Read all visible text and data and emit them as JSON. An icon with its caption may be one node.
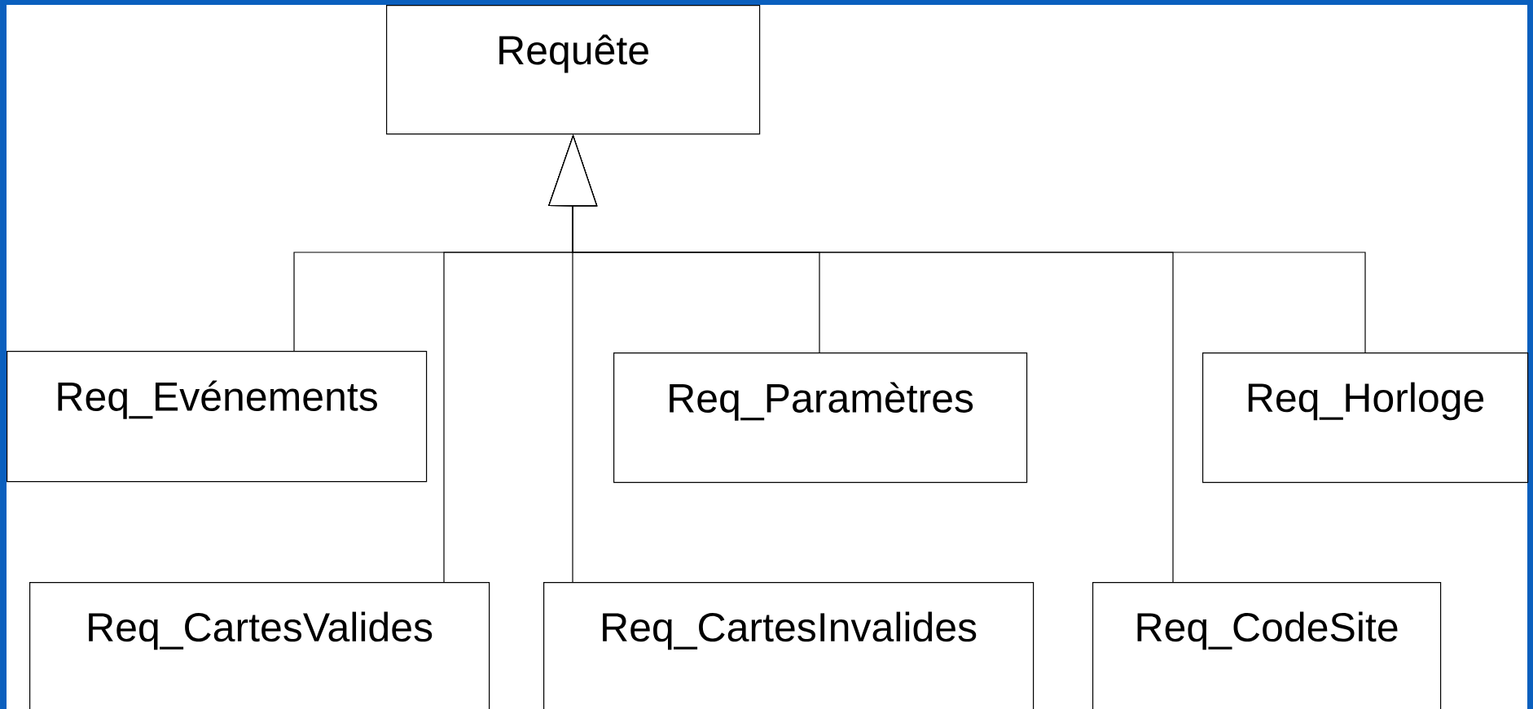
{
  "diagram": {
    "nodes": [
      {
        "text": [
          "Requête"
        ]
      },
      {
        "text": [
          "Req_Evénements"
        ]
      },
      {
        "text": [
          "Req_Paramètres"
        ]
      },
      {
        "text": [
          "Req_Horloge"
        ]
      },
      {
        "text": [
          "Req_CartesValides"
        ]
      },
      {
        "text": [
          "Req_CartesInvalides"
        ]
      },
      {
        "text": [
          "Req_CodeSite"
        ]
      }
    ],
    "edges": [
      {
        "from": 1,
        "to": 0,
        "arrow": "to"
      },
      {
        "from": 4,
        "to": 0,
        "arrow": "to"
      },
      {
        "from": 5,
        "to": 0,
        "arrow": "to"
      },
      {
        "from": 2,
        "to": 0,
        "arrow": "to"
      },
      {
        "from": 6,
        "to": 0,
        "arrow": "to"
      },
      {
        "from": 3,
        "to": 0,
        "arrow": "to"
      }
    ]
  }
}
